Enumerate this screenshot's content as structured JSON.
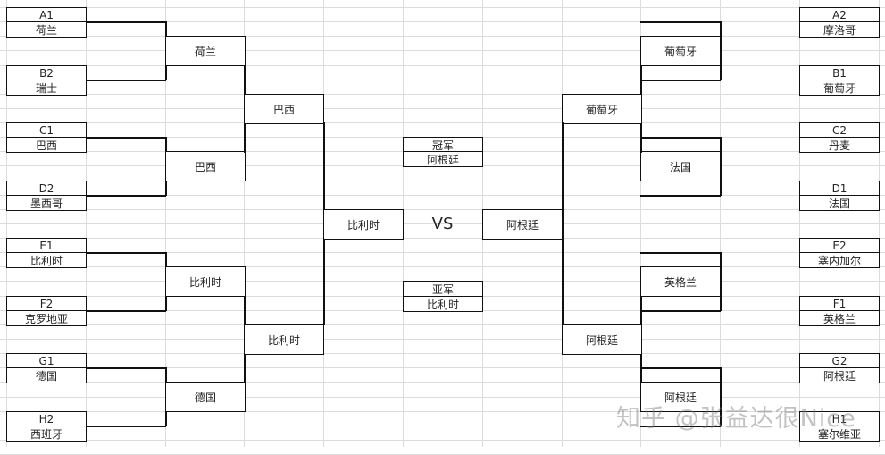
{
  "left": {
    "groups": [
      {
        "seed": "A1",
        "team": "荷兰"
      },
      {
        "seed": "B2",
        "team": "瑞士"
      },
      {
        "seed": "C1",
        "team": "巴西"
      },
      {
        "seed": "D2",
        "team": "墨西哥"
      },
      {
        "seed": "E1",
        "team": "比利时"
      },
      {
        "seed": "F2",
        "team": "克罗地亚"
      },
      {
        "seed": "G1",
        "team": "德国"
      },
      {
        "seed": "H2",
        "team": "西班牙"
      }
    ],
    "round2": [
      "荷兰",
      "巴西",
      "比利时",
      "德国"
    ],
    "round3": [
      "巴西",
      "比利时"
    ],
    "round4": [
      "比利时"
    ]
  },
  "right": {
    "groups": [
      {
        "seed": "A2",
        "team": "摩洛哥"
      },
      {
        "seed": "B1",
        "team": "葡萄牙"
      },
      {
        "seed": "C2",
        "team": "丹麦"
      },
      {
        "seed": "D1",
        "team": "法国"
      },
      {
        "seed": "E2",
        "team": "塞内加尔"
      },
      {
        "seed": "F1",
        "team": "英格兰"
      },
      {
        "seed": "G2",
        "team": "阿根廷"
      },
      {
        "seed": "H1",
        "team": "塞尔维亚"
      }
    ],
    "round2": [
      "葡萄牙",
      "法国",
      "英格兰",
      "阿根廷"
    ],
    "round3": [
      "葡萄牙",
      "阿根廷"
    ],
    "round4": [
      "阿根廷"
    ]
  },
  "center": {
    "vs": "VS",
    "champion_label": "冠军",
    "champion": "阿根廷",
    "runner_up_label": "亚军",
    "runner_up": "比利时"
  },
  "watermark": "知乎 @张益达很Nice"
}
